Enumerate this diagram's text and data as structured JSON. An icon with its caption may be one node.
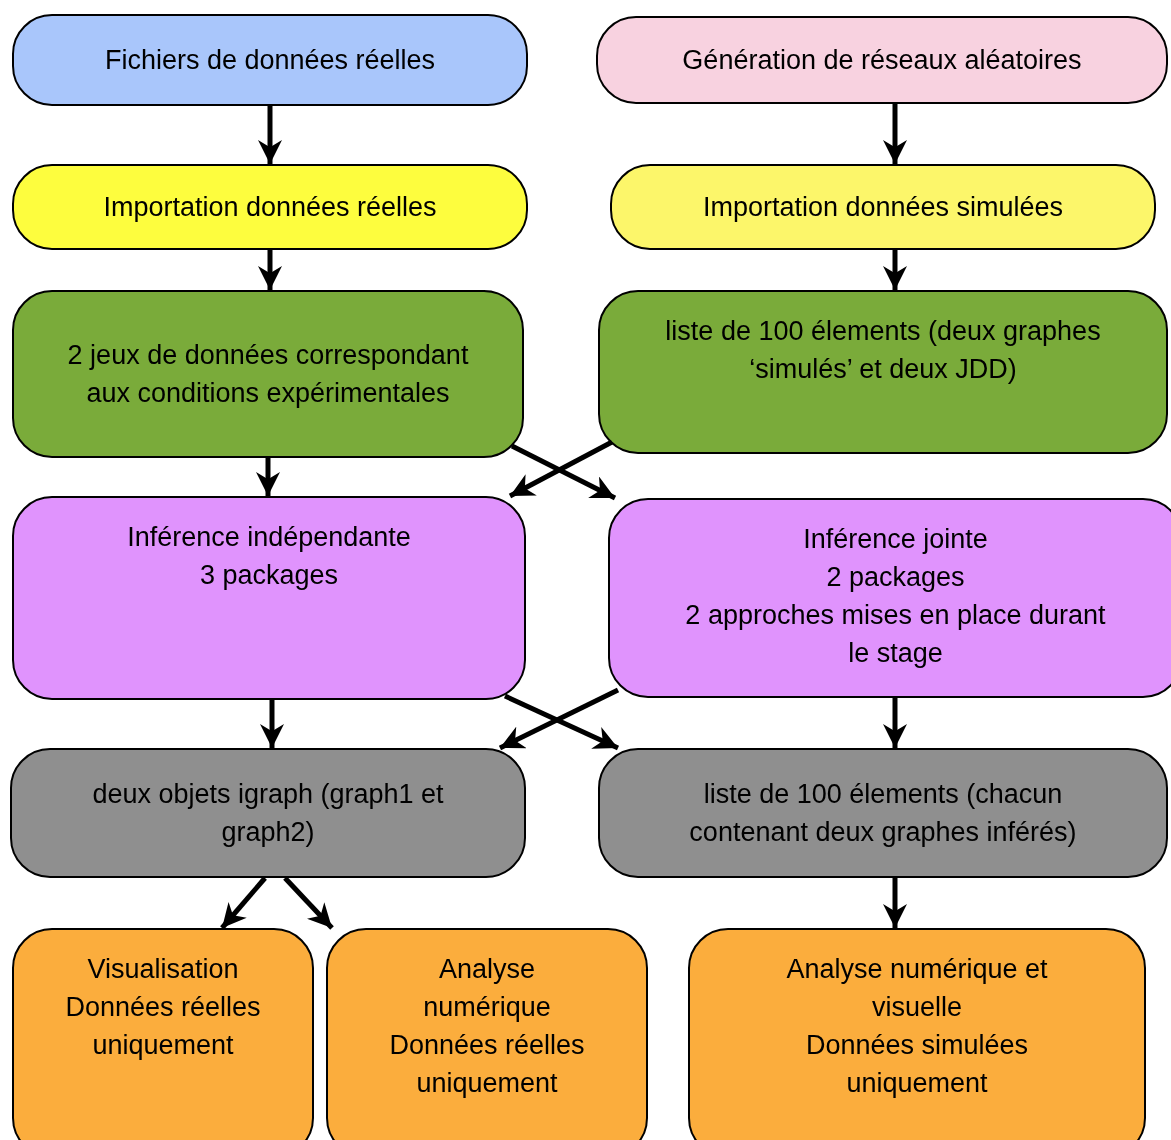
{
  "diagram": {
    "nodes": [
      {
        "text": [
          "Fichiers de données réelles"
        ]
      },
      {
        "text": [
          "Génération de réseaux aléatoires"
        ]
      },
      {
        "text": [
          "Importation données réelles"
        ]
      },
      {
        "text": [
          "Importation données simulées"
        ]
      },
      {
        "text": [
          "2 jeux de données correspondant aux conditions expérimentales"
        ]
      },
      {
        "text": [
          "liste de 100 élements (deux graphes ‘simulés’ et deux JDD)"
        ]
      },
      {
        "text": [
          "Inférence indépendante",
          "3 packages"
        ]
      },
      {
        "text": [
          "Inférence jointe",
          "2 packages",
          "2 approches mises en place durant le stage"
        ]
      },
      {
        "text": [
          "deux objets igraph (graph1 et graph2)"
        ]
      },
      {
        "text": [
          "liste de 100 élements (chacun contenant deux graphes inférés)"
        ]
      },
      {
        "text": [
          "Visualisation",
          "Données réelles uniquement"
        ]
      },
      {
        "text": [
          "Analyse numérique",
          "Données réelles uniquement"
        ]
      },
      {
        "text": [
          "Analyse numérique et visuelle",
          "Données simulées uniquement"
        ]
      }
    ],
    "edges": [
      {
        "from": 0,
        "to": 2,
        "arrow": "to"
      },
      {
        "from": 1,
        "to": 3,
        "arrow": "to"
      },
      {
        "from": 2,
        "to": 4,
        "arrow": "to"
      },
      {
        "from": 3,
        "to": 5,
        "arrow": "to"
      },
      {
        "from": 4,
        "to": 6,
        "arrow": "to"
      },
      {
        "from": 4,
        "to": 7,
        "arrow": "to"
      },
      {
        "from": 5,
        "to": 6,
        "arrow": "to"
      },
      {
        "from": 6,
        "to": 8,
        "arrow": "to"
      },
      {
        "from": 6,
        "to": 9,
        "arrow": "to"
      },
      {
        "from": 7,
        "to": 8,
        "arrow": "to"
      },
      {
        "from": 7,
        "to": 9,
        "arrow": "to"
      },
      {
        "from": 8,
        "to": 10,
        "arrow": "to"
      },
      {
        "from": 8,
        "to": 11,
        "arrow": "to"
      },
      {
        "from": 9,
        "to": 12,
        "arrow": "to"
      }
    ]
  }
}
